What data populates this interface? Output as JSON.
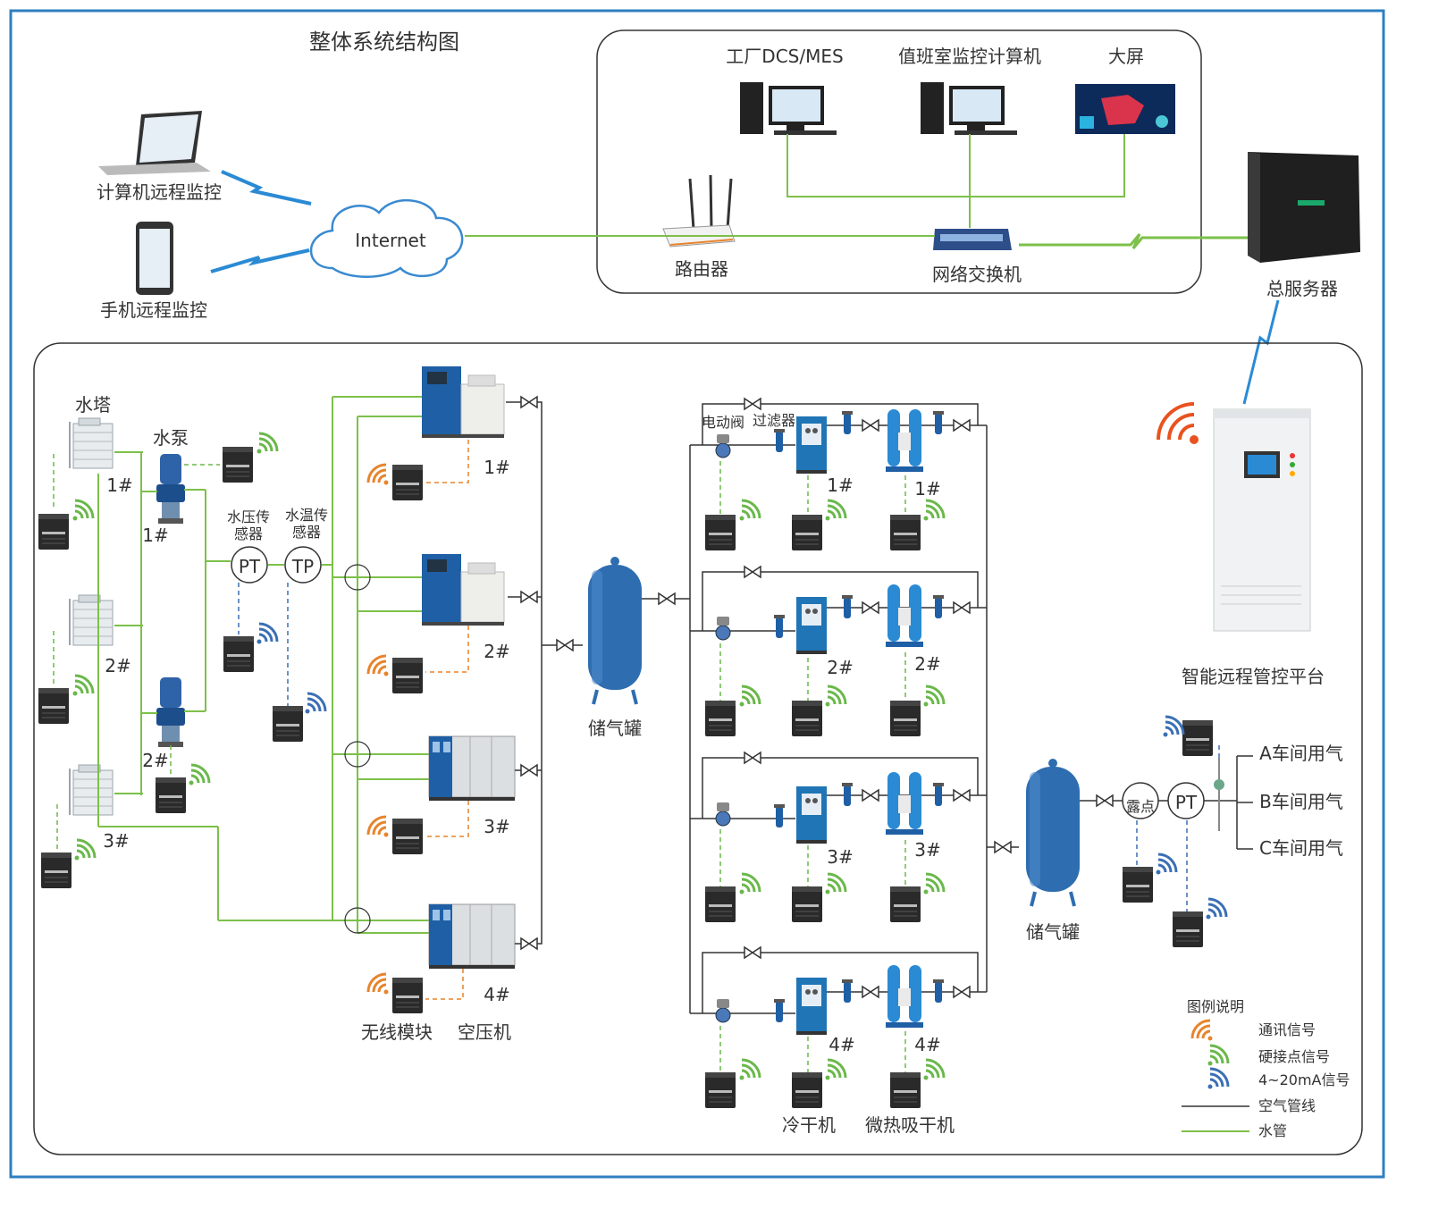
{
  "title": "整体系统结构图",
  "top": {
    "dcs": "工厂DCS/MES",
    "duty_pc": "值班室监控计算机",
    "big_screen": "大屏",
    "router": "路由器",
    "switch": "网络交换机",
    "server": "总服务器",
    "internet": "Internet",
    "pc_remote": "计算机远程监控",
    "phone_remote": "手机远程监控"
  },
  "water": {
    "tower": "水塔",
    "pump": "水泵",
    "pressure_sensor_line1": "水压传",
    "pressure_sensor_line2": "感器",
    "temp_sensor_line1": "水温传",
    "temp_sensor_line2": "感器",
    "pt": "PT",
    "tp": "TP",
    "n1": "1#",
    "n2": "2#",
    "n3": "3#",
    "n4": "4#"
  },
  "compressor": {
    "wireless_module": "无线模块",
    "compressor": "空压机"
  },
  "tank": "储气罐",
  "dryer": {
    "electric_valve": "电动阀",
    "filter": "过滤器",
    "cold_dryer": "冷干机",
    "heat_dryer": "微热吸干机"
  },
  "platform": {
    "name": "智能远程管控平台",
    "dew": "露点",
    "pt": "PT",
    "a_use": "A车间用气",
    "b_use": "B车间用气",
    "c_use": "C车间用气"
  },
  "legend": {
    "title": "图例说明",
    "comm": "通讯信号",
    "hard": "硬接点信号",
    "analog": "4~20mA信号",
    "air": "空气管线",
    "water": "水管"
  },
  "colors": {
    "frame": "#2d7fc1",
    "water_pipe": "#7dc04a",
    "air_pipe": "#333333",
    "comm_signal": "#e8842c",
    "analog_signal": "#3a6fb5",
    "equipment_blue": "#1f6fb0"
  }
}
